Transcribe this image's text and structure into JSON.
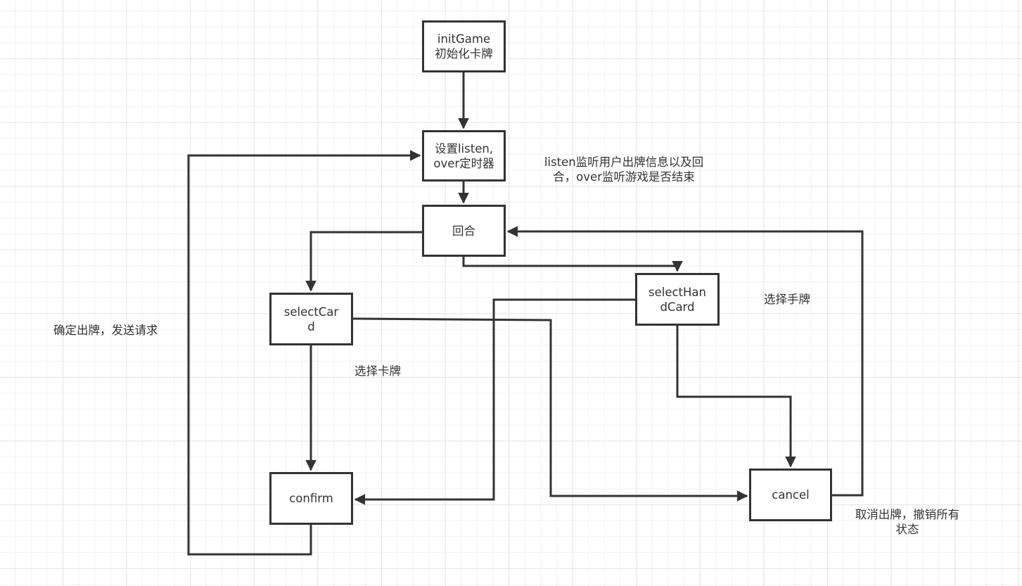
{
  "diagram": {
    "type": "flowchart",
    "nodes": {
      "init_game": "initGame初始化卡牌",
      "set_timers": "设置listen,over定时器",
      "round": "回合",
      "select_card": "selectCard",
      "select_hand_card": "selectHandCard",
      "confirm": "confirm",
      "cancel": "cancel"
    },
    "annotations": {
      "timers_note_line1": "listen监听用户出牌信息以及回",
      "timers_note_line2": "合，over监听游戏是否结束",
      "confirm_note": "确定出牌，发送请求",
      "select_card_note": "选择卡牌",
      "select_hand_card_note": "选择手牌",
      "cancel_note_line1": "取消出牌，撤销所有",
      "cancel_note_line2": "状态"
    },
    "edges": [
      {
        "from": "init_game",
        "to": "set_timers"
      },
      {
        "from": "set_timers",
        "to": "round"
      },
      {
        "from": "round",
        "to": "select_card"
      },
      {
        "from": "round",
        "to": "select_hand_card"
      },
      {
        "from": "select_card",
        "to": "confirm"
      },
      {
        "from": "select_card",
        "to": "cancel"
      },
      {
        "from": "select_hand_card",
        "to": "confirm"
      },
      {
        "from": "select_hand_card",
        "to": "cancel"
      },
      {
        "from": "confirm",
        "to": "set_timers"
      },
      {
        "from": "cancel",
        "to": "round"
      }
    ],
    "colors": {
      "stroke": "#333333",
      "background": "#ffffff",
      "grid": "#e6e6e6"
    }
  }
}
